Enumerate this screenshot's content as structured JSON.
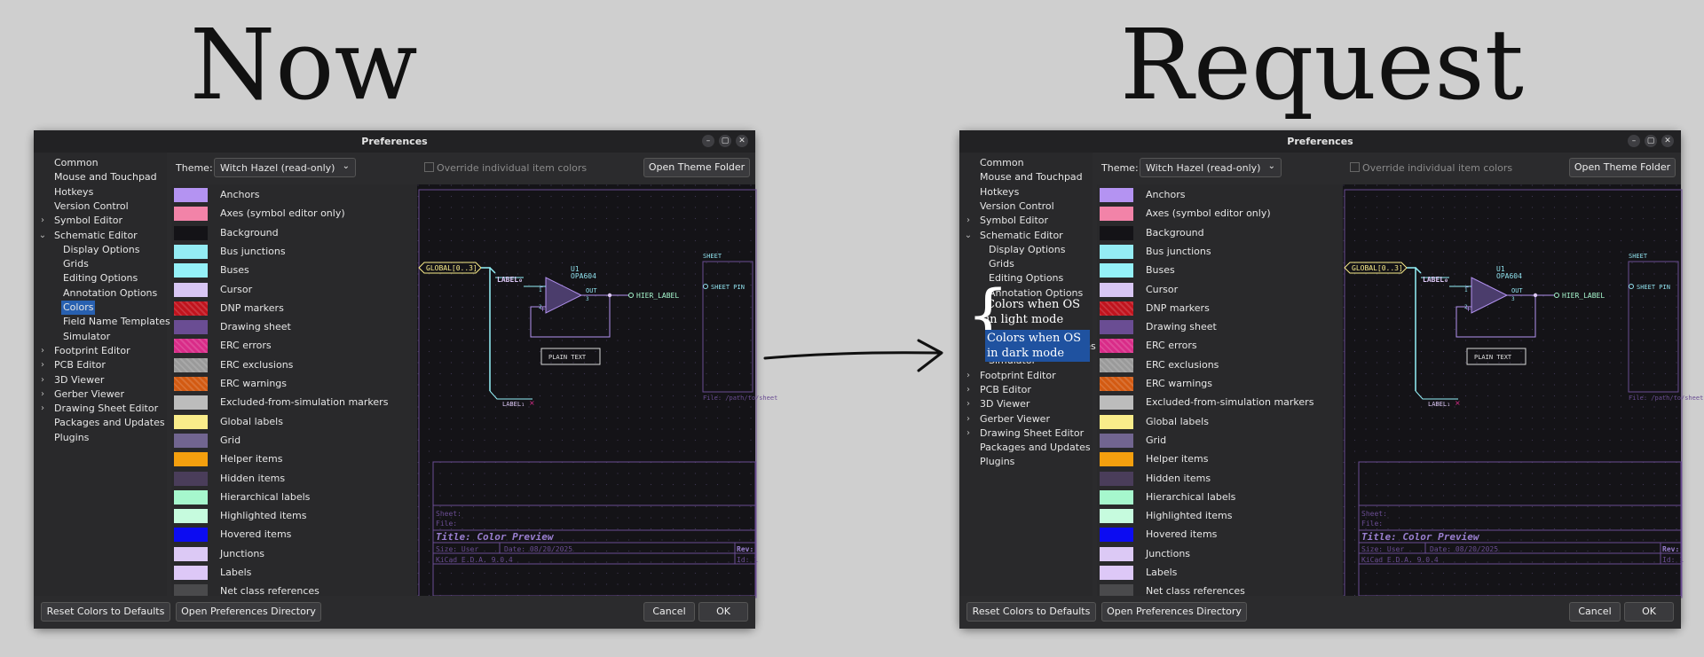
{
  "headings": {
    "left": "Now",
    "right": "Request"
  },
  "window": {
    "title": "Preferences",
    "controls": [
      "minimize-icon",
      "maximize-icon",
      "close-icon"
    ],
    "theme_label": "Theme:",
    "theme_value": "Witch Hazel (read-only)",
    "override_label": "Override individual item colors",
    "open_theme_folder": "Open Theme Folder",
    "reset_colors": "Reset Colors to Defaults",
    "open_prefs_dir": "Open Preferences Directory",
    "cancel": "Cancel",
    "ok": "OK"
  },
  "left_nav": [
    {
      "label": "Common",
      "indent": 0,
      "arrow": ""
    },
    {
      "label": "Mouse and Touchpad",
      "indent": 0,
      "arrow": ""
    },
    {
      "label": "Hotkeys",
      "indent": 0,
      "arrow": ""
    },
    {
      "label": "Version Control",
      "indent": 0,
      "arrow": ""
    },
    {
      "label": "Symbol Editor",
      "indent": 0,
      "arrow": "›"
    },
    {
      "label": "Schematic Editor",
      "indent": 0,
      "arrow": "⌄"
    },
    {
      "label": "Display Options",
      "indent": 1,
      "arrow": ""
    },
    {
      "label": "Grids",
      "indent": 1,
      "arrow": ""
    },
    {
      "label": "Editing Options",
      "indent": 1,
      "arrow": ""
    },
    {
      "label": "Annotation Options",
      "indent": 1,
      "arrow": ""
    },
    {
      "label": "Colors",
      "indent": 1,
      "arrow": "",
      "selected": true
    },
    {
      "label": "Field Name Templates",
      "indent": 1,
      "arrow": ""
    },
    {
      "label": "Simulator",
      "indent": 1,
      "arrow": ""
    },
    {
      "label": "Footprint Editor",
      "indent": 0,
      "arrow": "›"
    },
    {
      "label": "PCB Editor",
      "indent": 0,
      "arrow": "›"
    },
    {
      "label": "3D Viewer",
      "indent": 0,
      "arrow": "›"
    },
    {
      "label": "Gerber Viewer",
      "indent": 0,
      "arrow": "›"
    },
    {
      "label": "Drawing Sheet Editor",
      "indent": 0,
      "arrow": "›"
    },
    {
      "label": "Packages and Updates",
      "indent": 0,
      "arrow": ""
    },
    {
      "label": "Plugins",
      "indent": 0,
      "arrow": ""
    }
  ],
  "right_nav": [
    {
      "label": "Common",
      "indent": 0,
      "arrow": ""
    },
    {
      "label": "Mouse and Touchpad",
      "indent": 0,
      "arrow": ""
    },
    {
      "label": "Hotkeys",
      "indent": 0,
      "arrow": ""
    },
    {
      "label": "Version Control",
      "indent": 0,
      "arrow": ""
    },
    {
      "label": "Symbol Editor",
      "indent": 0,
      "arrow": "›"
    },
    {
      "label": "Schematic Editor",
      "indent": 0,
      "arrow": "⌄"
    },
    {
      "label": "Display Options",
      "indent": 1,
      "arrow": ""
    },
    {
      "label": "Grids",
      "indent": 1,
      "arrow": ""
    },
    {
      "label": "Editing Options",
      "indent": 1,
      "arrow": ""
    },
    {
      "label": "Annotation Options",
      "indent": 1,
      "arrow": ""
    },
    {
      "label": "",
      "indent": 1,
      "arrow": "",
      "gap": true
    },
    {
      "label": "Field Name Templates",
      "indent": 1,
      "arrow": ""
    },
    {
      "label": "Simulator",
      "indent": 1,
      "arrow": ""
    },
    {
      "label": "Footprint Editor",
      "indent": 0,
      "arrow": "›"
    },
    {
      "label": "PCB Editor",
      "indent": 0,
      "arrow": "›"
    },
    {
      "label": "3D Viewer",
      "indent": 0,
      "arrow": "›"
    },
    {
      "label": "Gerber Viewer",
      "indent": 0,
      "arrow": "›"
    },
    {
      "label": "Drawing Sheet Editor",
      "indent": 0,
      "arrow": "›"
    },
    {
      "label": "Packages and Updates",
      "indent": 0,
      "arrow": ""
    },
    {
      "label": "Plugins",
      "indent": 0,
      "arrow": ""
    }
  ],
  "annotation": {
    "light": "Colors when OS in light mode",
    "dark": "Colors when OS in dark mode",
    "highlight_color": "#1f52a0"
  },
  "colors": [
    {
      "name": "Anchors",
      "color": "#b493f2"
    },
    {
      "name": "Axes (symbol editor only)",
      "color": "#f283a8"
    },
    {
      "name": "Background",
      "color": "#141317"
    },
    {
      "name": "Bus junctions",
      "color": "#94ecf4"
    },
    {
      "name": "Buses",
      "color": "#94f1f8"
    },
    {
      "name": "Cursor",
      "color": "#d8c6f4"
    },
    {
      "name": "DNP markers",
      "color": "#c0131d",
      "pattern": true
    },
    {
      "name": "Drawing sheet",
      "color": "#6a4d93"
    },
    {
      "name": "ERC errors",
      "color": "#d92b88",
      "pattern": true
    },
    {
      "name": "ERC exclusions",
      "color": "#9a9a9a",
      "pattern": true
    },
    {
      "name": "ERC warnings",
      "color": "#d35a12",
      "pattern": true
    },
    {
      "name": "Excluded-from-simulation markers",
      "color": "#bcbcbc"
    },
    {
      "name": "Global labels",
      "color": "#f9ec8a"
    },
    {
      "name": "Grid",
      "color": "#716590"
    },
    {
      "name": "Helper items",
      "color": "#f49f0e"
    },
    {
      "name": "Hidden items",
      "color": "#4a3d5a"
    },
    {
      "name": "Hierarchical labels",
      "color": "#a6f7cd"
    },
    {
      "name": "Highlighted items",
      "color": "#c6fbde"
    },
    {
      "name": "Hovered items",
      "color": "#0c0cf2"
    },
    {
      "name": "Junctions",
      "color": "#dcc9f5"
    },
    {
      "name": "Labels",
      "color": "#ddc8f7"
    },
    {
      "name": "Net class references",
      "color": "#4a4a4c"
    }
  ],
  "preview": {
    "global_label": "GLOBAL[0..3]",
    "label_top": "LABEL₀",
    "u1_ref": "U1",
    "u1_value": "OPA604",
    "out_pin": "OUT",
    "pin_1": "1",
    "pin_2": "2",
    "pin_3": "3",
    "hier_label": "HIER_LABEL",
    "plain_text": "PLAIN TEXT",
    "label_bottom": "LABEL₁",
    "sheet": "SHEET",
    "sheet_pin": "SHEET PIN",
    "sheet_file": "File: /path/to/sheet",
    "tb_sheet": "Sheet:",
    "tb_file": "File:",
    "tb_title": "Title: Color Preview",
    "tb_size": "Size: User",
    "tb_date": "Date: 08/20/2025",
    "tb_rev": "Rev:",
    "tb_tool": "KiCad E.D.A. 9.0.4",
    "tb_id": "Id: 1"
  }
}
